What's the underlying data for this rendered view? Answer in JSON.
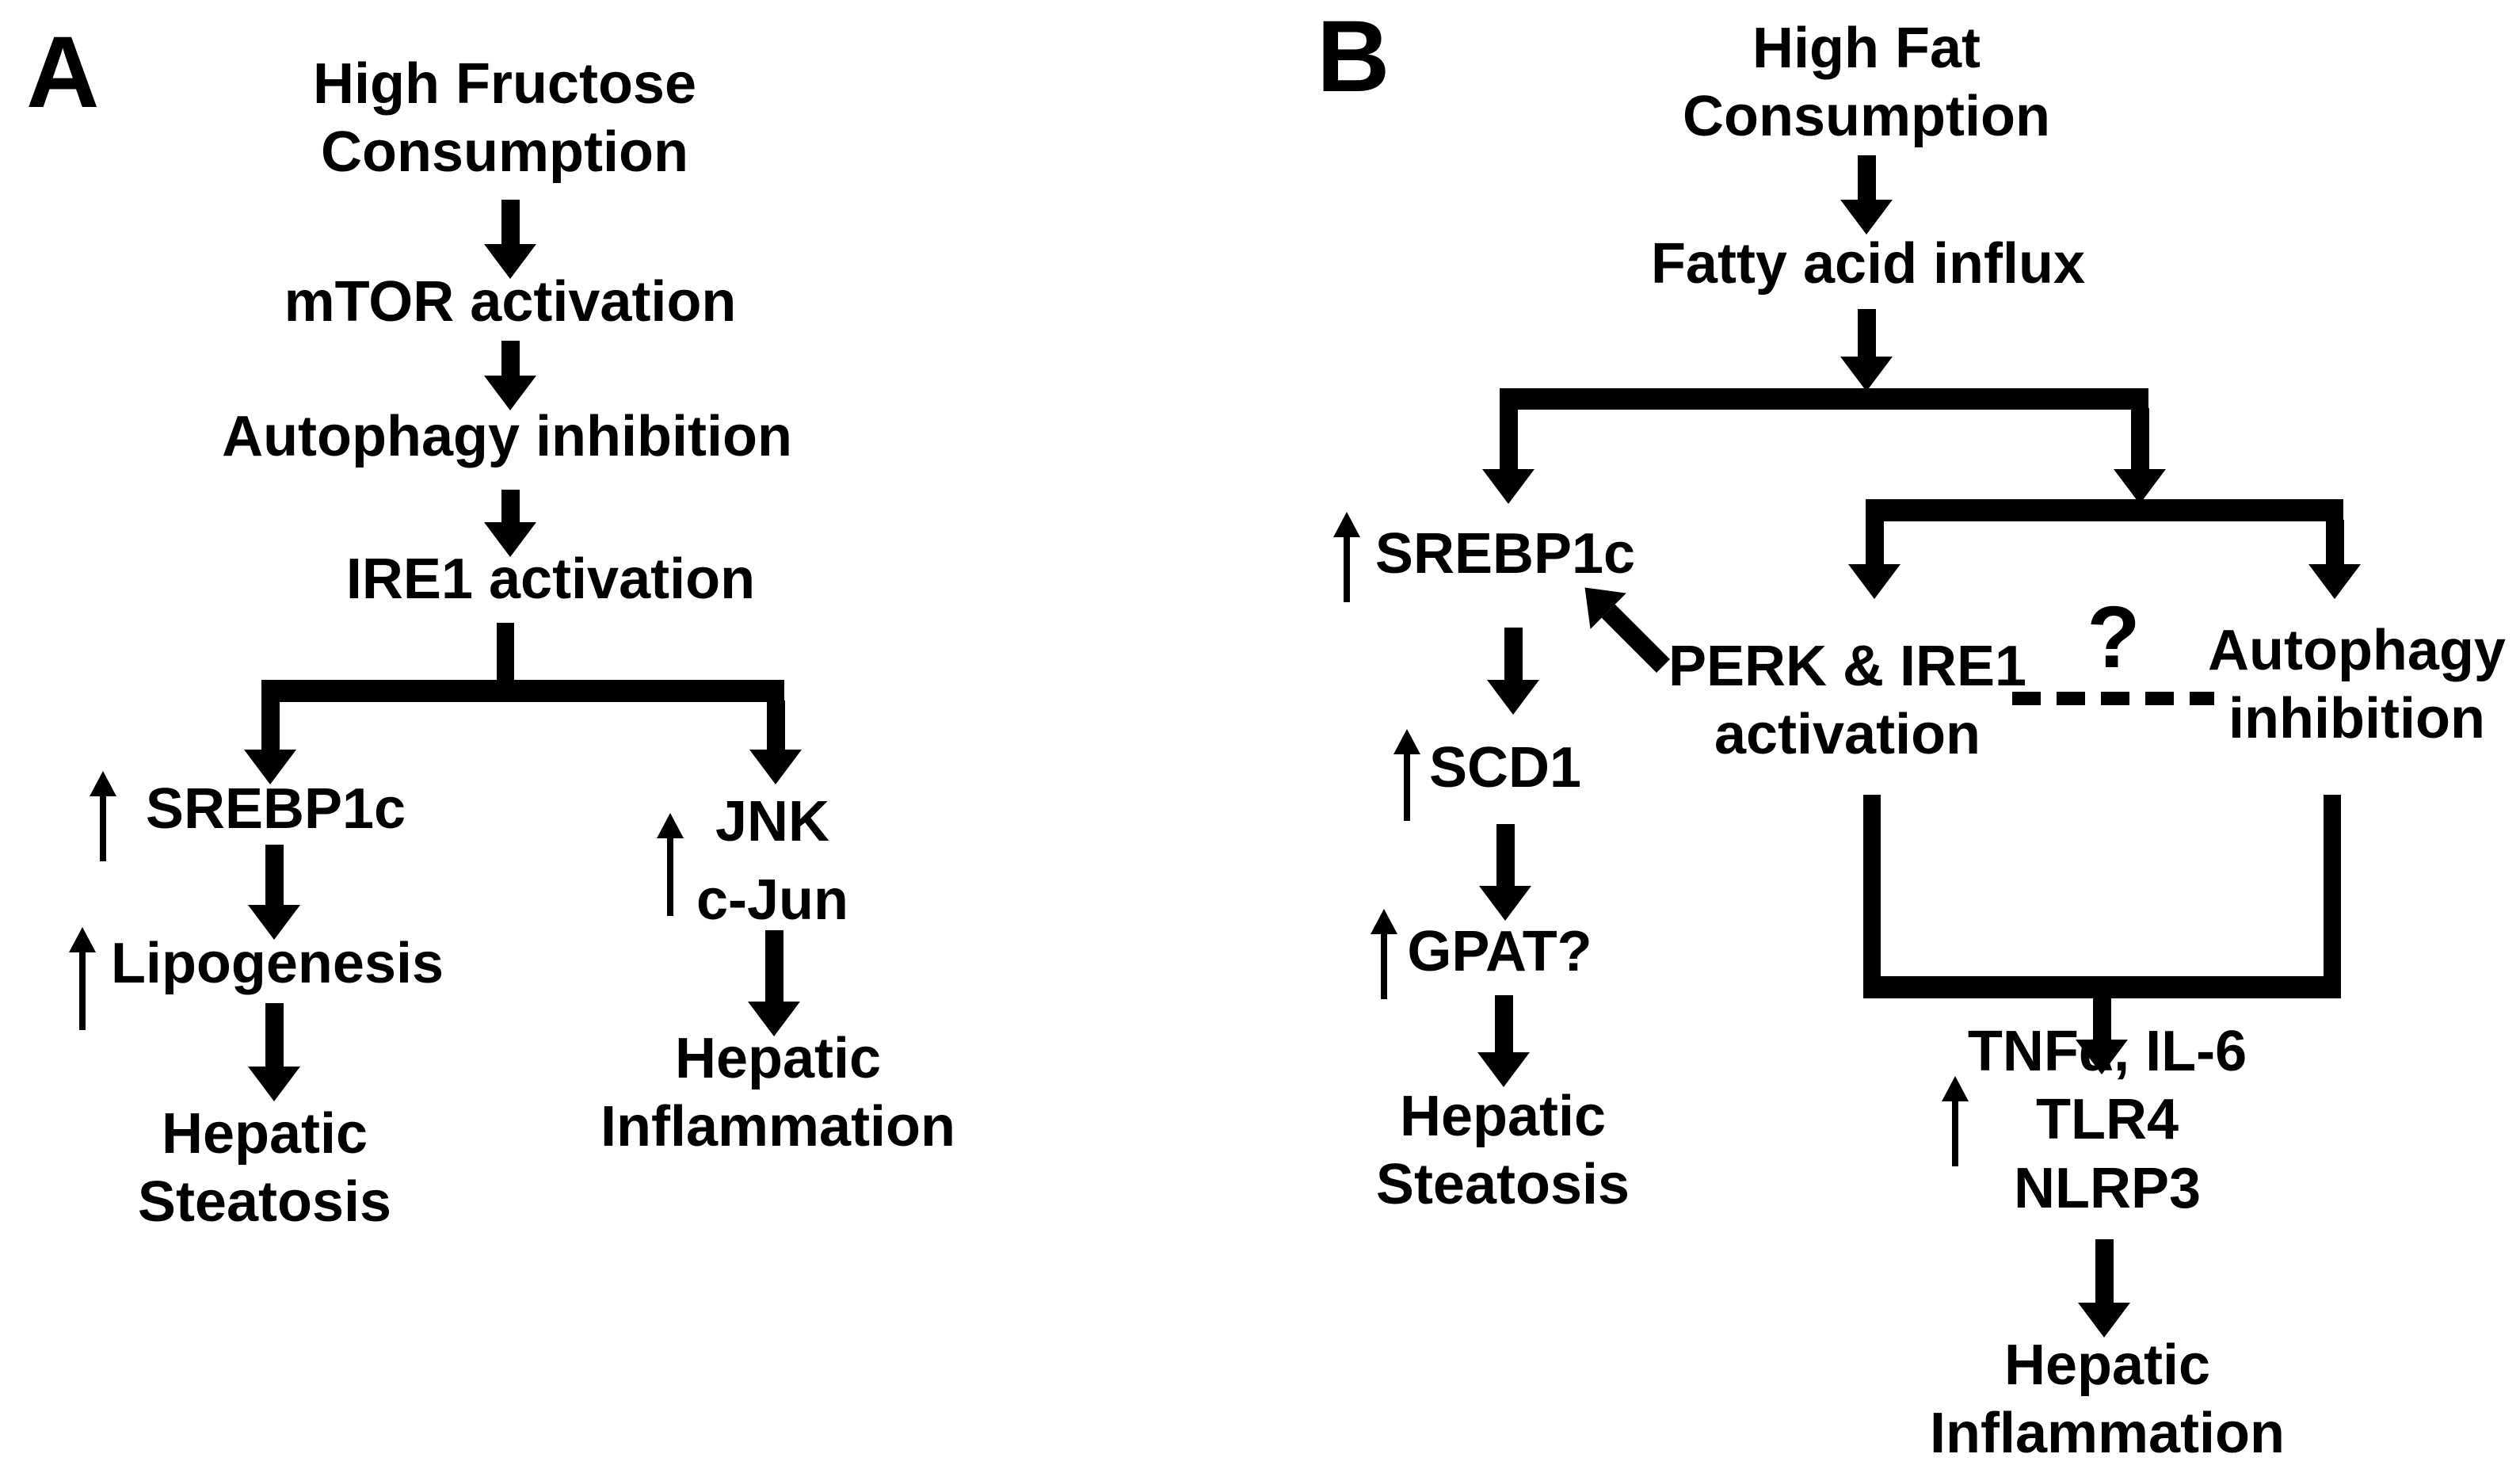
{
  "colors": {
    "ink": "#000000",
    "background": "#ffffff"
  },
  "icons": {
    "flow_arrow": "thick-down-arrow",
    "increase_arrow": "thin-up-arrow",
    "induces_arrow": "thick-up-left-diagonal-arrow",
    "uncertain_link": "dashed-line"
  },
  "panel_a": {
    "label": "A",
    "nodes": {
      "source": "High Fructose\nConsumption",
      "mtor": "mTOR activation",
      "autophagy_inhibition": "Autophagy inhibition",
      "ire1_activation": "IRE1 activation",
      "srebp1c": "SREBP1c",
      "lipogenesis": "Lipogenesis",
      "hepatic_steatosis": "Hepatic\nSteatosis",
      "jnk": "JNK",
      "c_jun": "c-Jun",
      "hepatic_inflammation": "Hepatic\nInflammation"
    }
  },
  "panel_b": {
    "label": "B",
    "nodes": {
      "source": "High Fat\nConsumption",
      "fatty_acid_influx": "Fatty acid influx",
      "srebp1c": "SREBP1c",
      "scd1": "SCD1",
      "gpat": "GPAT?",
      "hepatic_steatosis": "Hepatic\nSteatosis",
      "perk_ire1_activation": "PERK & IRE1\nactivation",
      "question_mark": "?",
      "autophagy_inhibition": "Autophagy\ninhibition",
      "cytokines": "TNFα, IL-6\nTLR4\nNLRP3",
      "hepatic_inflammation": "Hepatic\nInflammation"
    }
  }
}
